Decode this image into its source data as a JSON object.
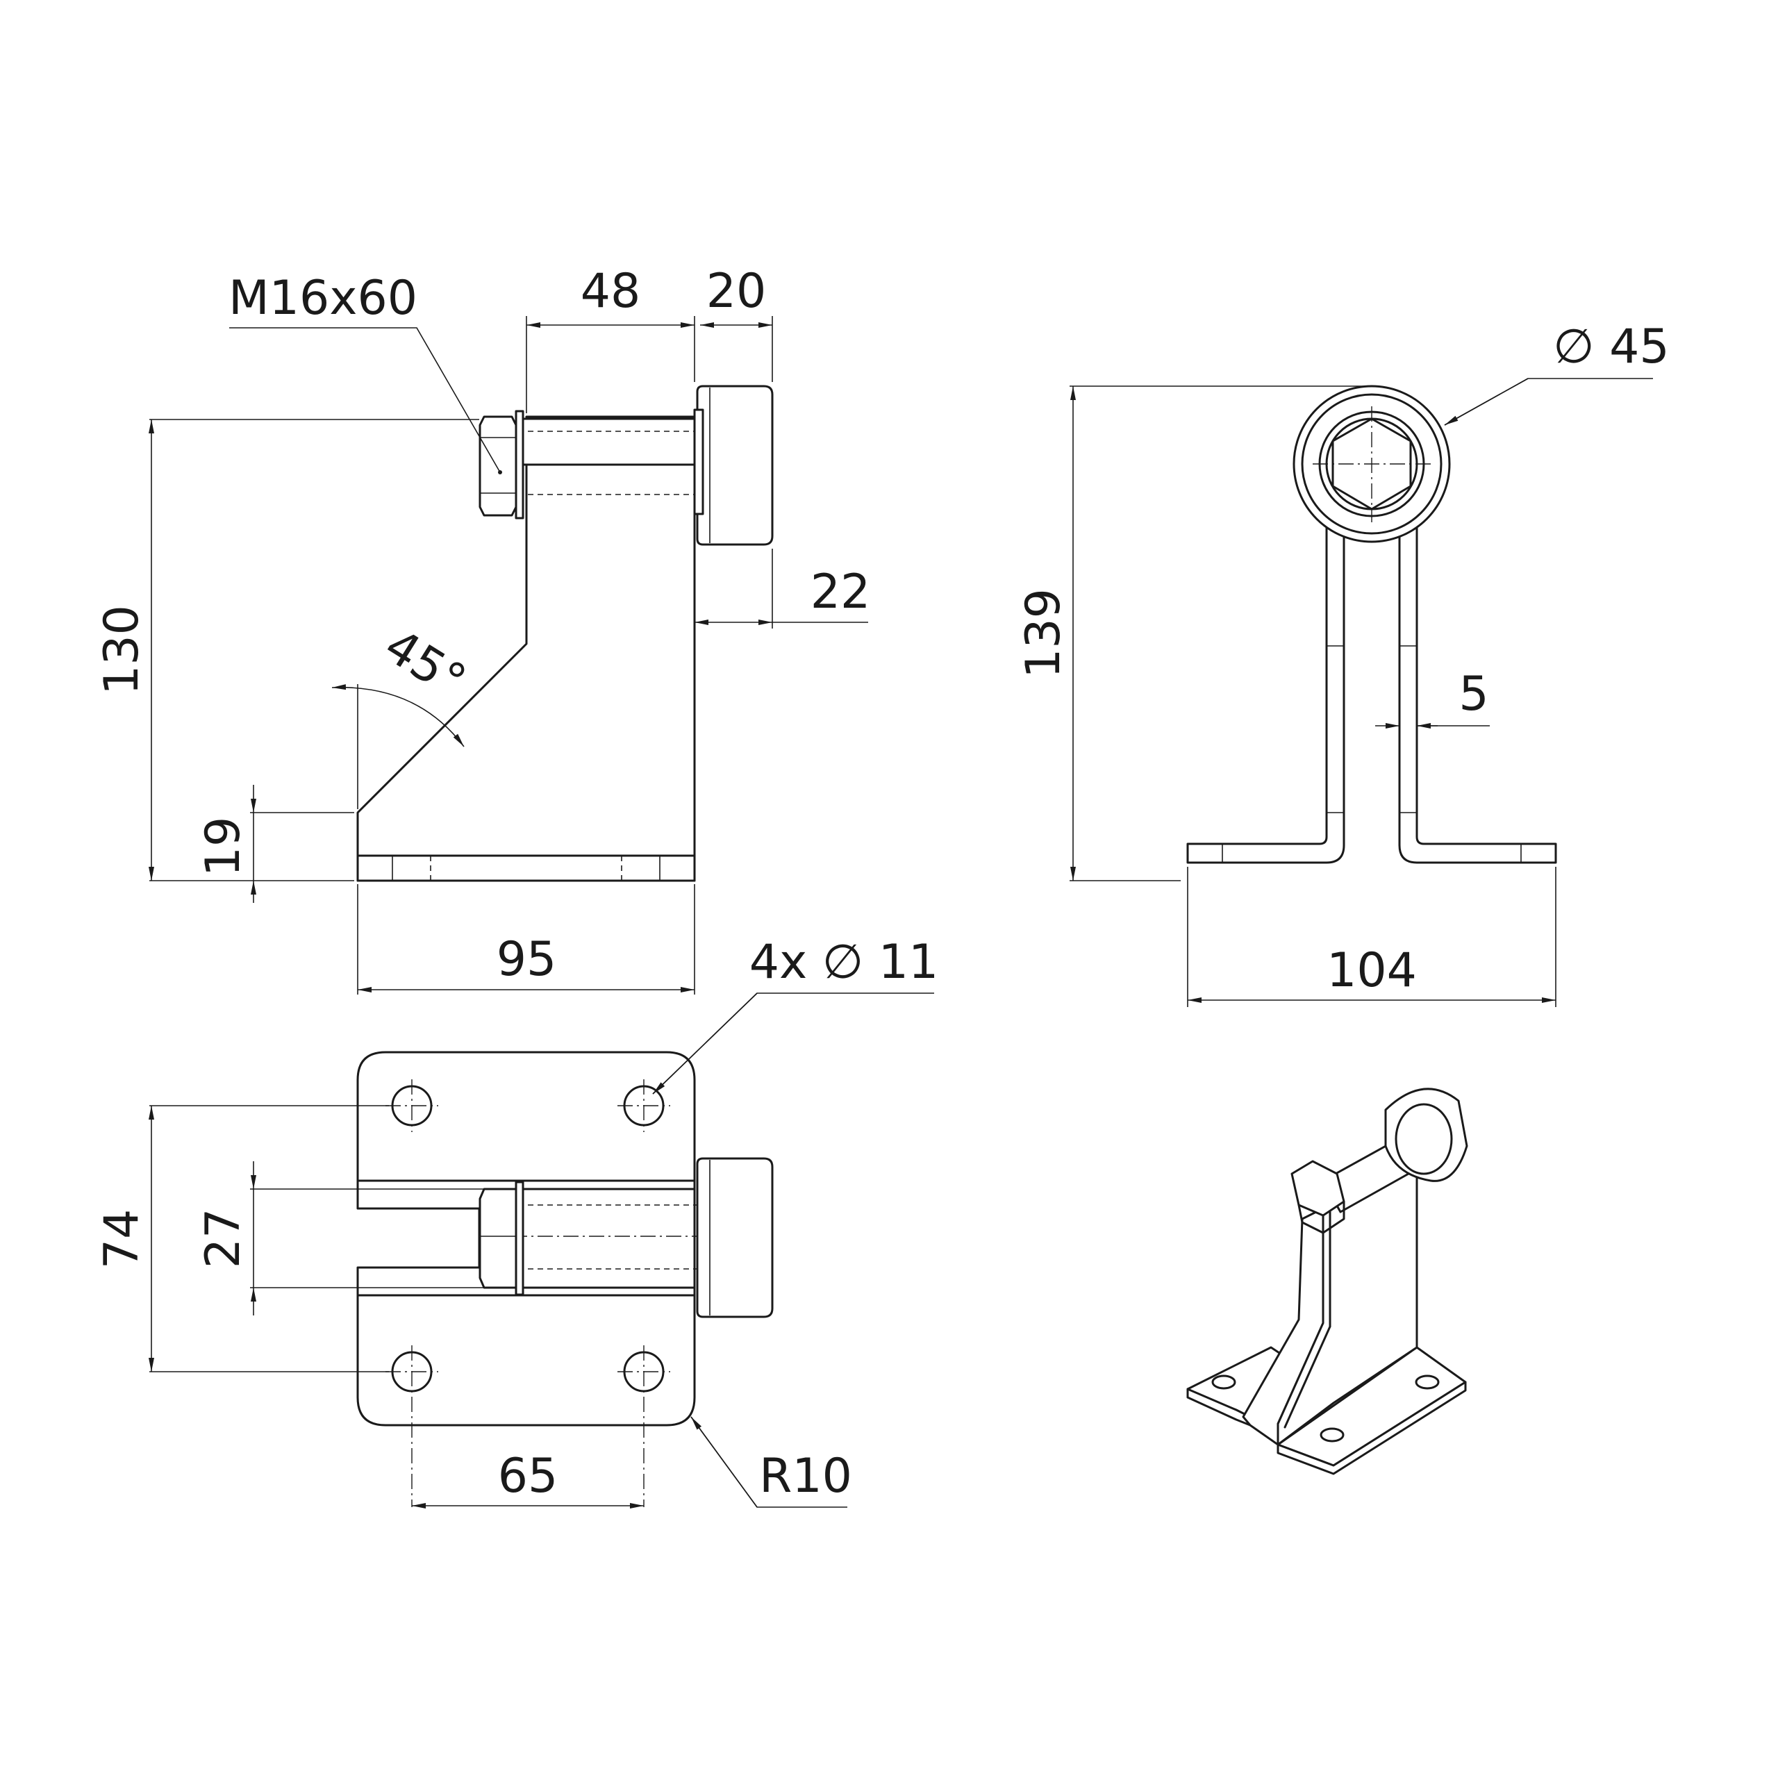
{
  "colors": {
    "line": "#1a1a1a",
    "background": "#ffffff"
  },
  "dimensions": {
    "bolt": "M16x60",
    "bolt_length": "48",
    "buffer_width": "20",
    "offset": "22",
    "height": "130",
    "angle": "45°",
    "base_height": "19",
    "base_length": "95",
    "holes": "4x ∅ 11",
    "total_height": "139",
    "diameter": "∅ 45",
    "thickness": "5",
    "base_width": "104",
    "hole_pitch_y": "74",
    "slot_width": "27",
    "hole_pitch_x": "65",
    "corner_radius": "R10"
  }
}
